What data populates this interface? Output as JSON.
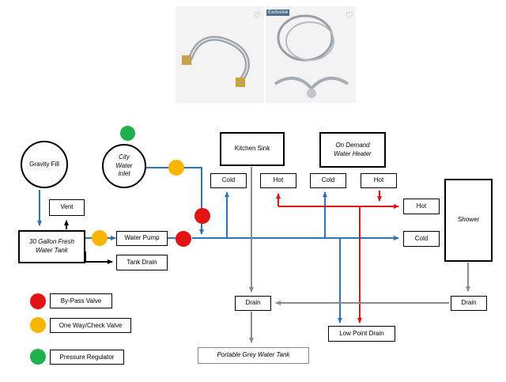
{
  "product_images": {
    "badge": "Exclusive",
    "favorite_icon": "heart-outline-icon"
  },
  "nodes": {
    "gravity_fill": "Gravity Fill",
    "city_water_inlet": "City Water Inlet",
    "fresh_water_tank": "30 Gallon Fresh Water Tank",
    "vent": "Vent",
    "water_pump": "Water Pump",
    "tank_drain": "Tank Drain",
    "kitchen_sink": "Kitchen Sink",
    "kitchen_cold": "Cold",
    "kitchen_hot": "Hot",
    "water_heater": "On Demand Water Heater",
    "heater_cold": "Cold",
    "heater_hot": "Hot",
    "shower": "Shower",
    "shower_hot": "Hot",
    "shower_cold": "Cold",
    "shower_drain": "Drain",
    "sink_drain": "Drain",
    "low_point_drain": "Low Point Drain",
    "grey_water_tank": "Portable Grey Water Tank"
  },
  "legend": {
    "bypass": "By-Pass Valve",
    "check": "One Way/Check Valve",
    "regulator": "Pressure Regulator"
  },
  "colors": {
    "cold_line": "#2e75b6",
    "hot_line": "#e11313",
    "drain_line": "#8c8c8c",
    "bypass_valve": "#e11313",
    "check_valve": "#f7b500",
    "pressure_regulator": "#1fb14b"
  }
}
